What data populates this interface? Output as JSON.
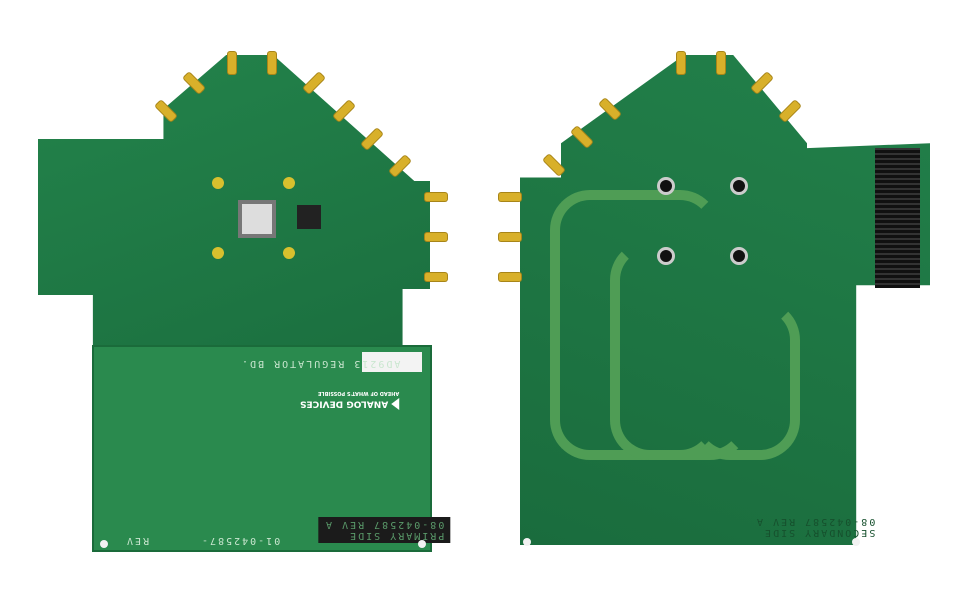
{
  "photo": {
    "left_board": {
      "regulator_label": "AD9213 REGULATOR BD.",
      "brand": "ANALOG DEVICES",
      "brand_tagline": "AHEAD OF WHAT'S POSSIBLE",
      "part_number": "01-042587-",
      "rev_label": "REV",
      "side_label_line1": "PRIMARY SIDE",
      "side_label_line2": "08-042587 REV A"
    },
    "right_board": {
      "side_label_line1": "SECONDARY SIDE",
      "side_label_line2": "08-042587 REV A"
    },
    "colors": {
      "pcb_green": "#1f7a45",
      "connector_gold": "#d8b02a",
      "background": "#ffffff"
    }
  }
}
